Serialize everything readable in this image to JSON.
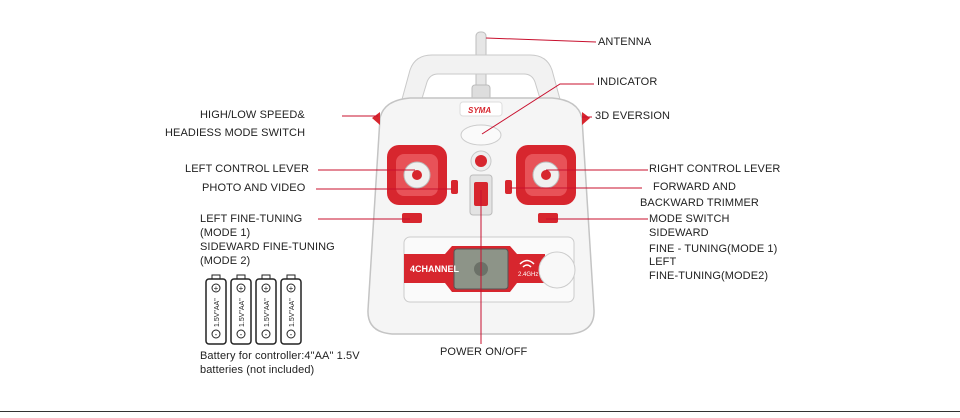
{
  "labels": {
    "antenna": "ANTENNA",
    "indicator": "INDICATOR",
    "eversion": "3D EVERSION",
    "speed_line1": "HIGH/LOW SPEED&",
    "speed_line2": "HEADIESS MODE SWITCH",
    "left_lever": "LEFT CONTROL LEVER",
    "photo_video": "PHOTO  AND VIDEO",
    "left_fine_1": "LEFT FINE-TUNING",
    "left_fine_2": "(MODE 1)",
    "left_fine_3": "SIDEWARD FINE-TUNING",
    "left_fine_4": "(MODE 2)",
    "right_lever": "RIGHT CONTROL LEVER",
    "trimmer_1": "FORWARD AND",
    "trimmer_2": "BACKWARD TRIMMER",
    "mode_1": "MODE SWITCH",
    "mode_2": "SIDEWARD",
    "mode_3": "FINE - TUNING(MODE 1)",
    "mode_4": "LEFT",
    "mode_5": "FINE-TUNING(MODE2)",
    "power": "POWER ON/OFF",
    "battery_1": "Battery for controller:4\"AA\" 1.5V",
    "battery_2": "batteries (not included)"
  },
  "controller": {
    "brand_logo": "SYMA",
    "channel_logo": "4CHANNEL",
    "frequency_logo": "2.4GHz",
    "battery_marking": "1.5V\"AA\""
  },
  "colors": {
    "accent": "#d7262e",
    "callout_line": "#c8102e",
    "body": "#f4f4f4"
  }
}
